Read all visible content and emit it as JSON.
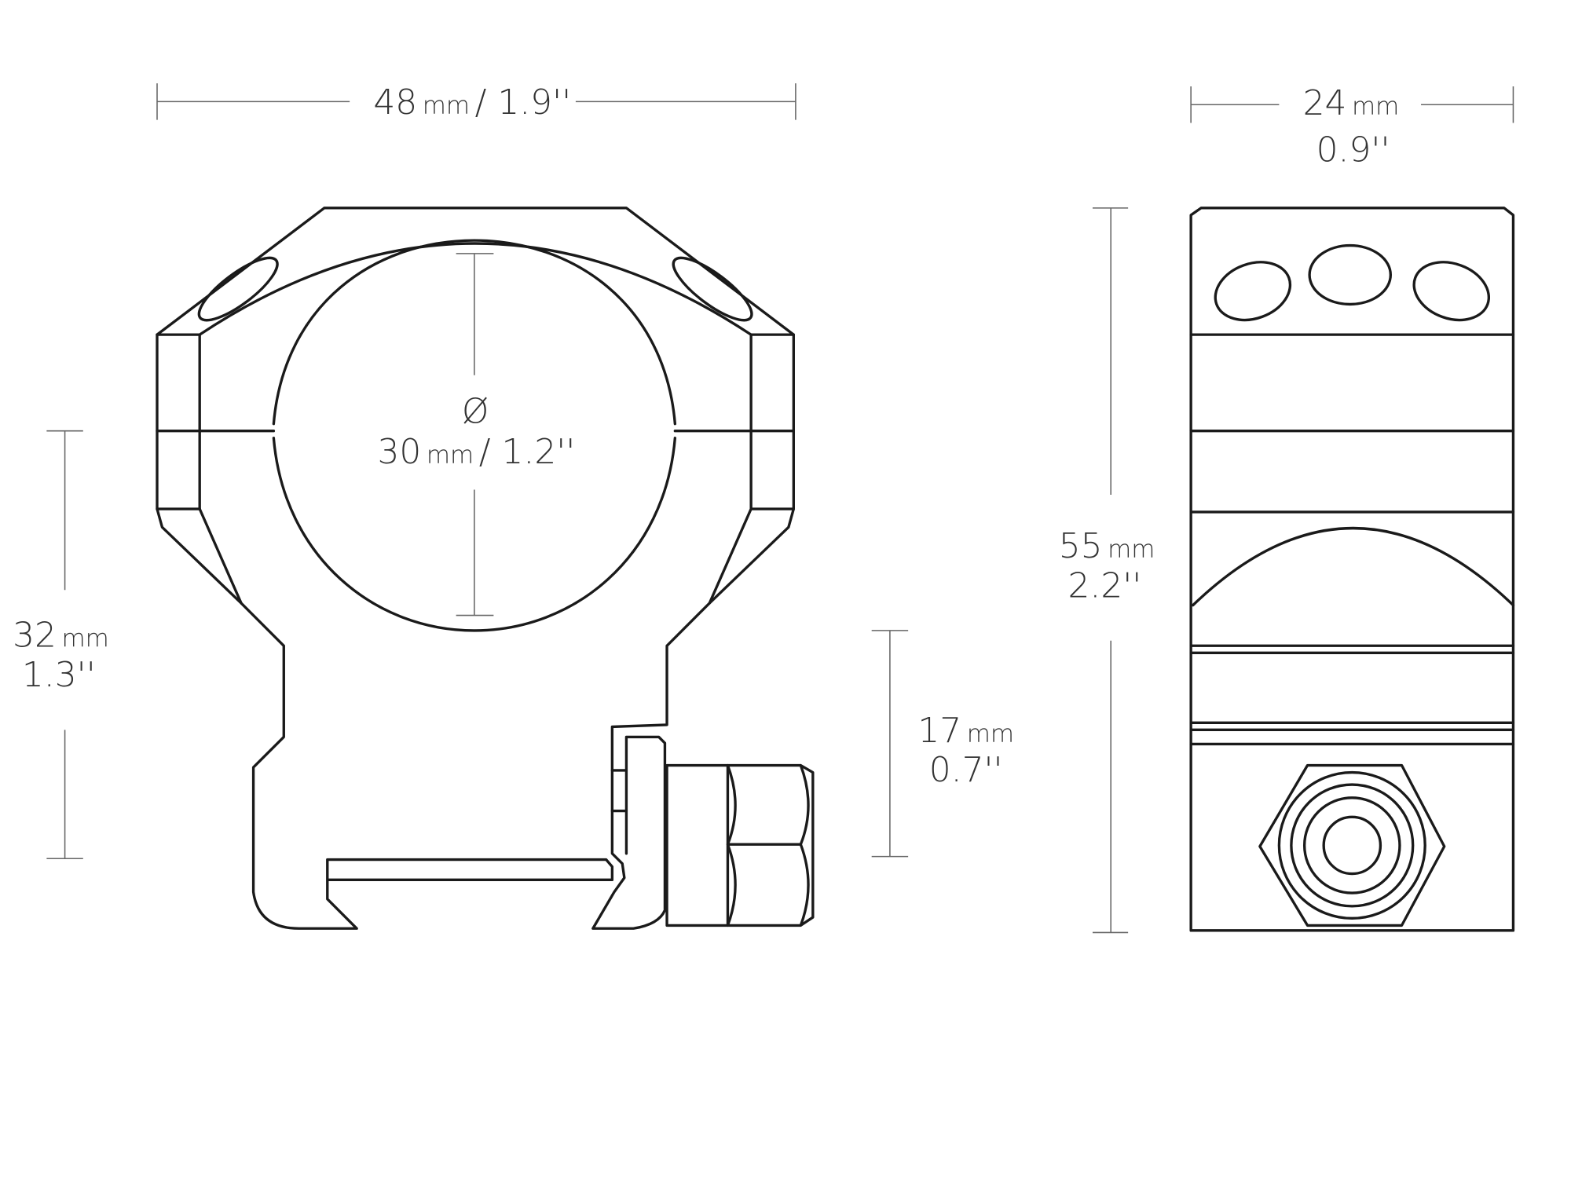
{
  "title": "Scope ring dimension drawing",
  "dimensions": {
    "width_front": {
      "value": "48",
      "unit": "mm",
      "imperial": "/ 1.9''"
    },
    "width_side": {
      "value": "24",
      "unit": "mm",
      "imperial": "0.9''"
    },
    "height_total": {
      "value": "55",
      "unit": "mm",
      "imperial": "2.2''"
    },
    "center_height": {
      "value": "32",
      "unit": "mm",
      "imperial": "1.3''"
    },
    "base_height": {
      "value": "17",
      "unit": "mm",
      "imperial": "0.7''"
    },
    "diameter": {
      "symbol": "Ø",
      "value": "30",
      "unit": "mm",
      "imperial": "/ 1.2''"
    }
  },
  "colors": {
    "line": "#1a1a1a",
    "dimension": "#666666",
    "text": "#333333"
  }
}
